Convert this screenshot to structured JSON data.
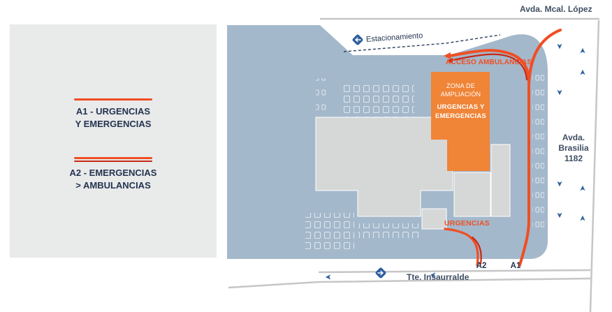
{
  "colors": {
    "route_orange": "#f04e23",
    "route_red": "#c62817",
    "map_blue": "#a4b8cb",
    "building_gray": "#d6d7d7",
    "building_orange": "#f08437",
    "text_navy": "#243450",
    "street_navy": "#3f4e63",
    "arrow_blue": "#2e5f9e",
    "road_gray": "#c6c6c6",
    "legend_bg": "#e9eaea"
  },
  "legend": {
    "items": [
      {
        "line1": "A1 - URGENCIAS",
        "line2": "Y EMERGENCIAS"
      },
      {
        "line1": "A2 - EMERGENCIAS",
        "line2": "> AMBULANCIAS"
      }
    ]
  },
  "streets": {
    "top": "Avda. Mcal. López",
    "right_line1": "Avda.",
    "right_line2": "Brasilia",
    "right_line3": "1182",
    "bottom": "Tte. Insaurralde"
  },
  "map_labels": {
    "parking": "Estacionamiento",
    "ambulance_access": "ACCESO AMBULANCIAS",
    "building_line1": "ZONA DE",
    "building_line2": "AMPLIACIÓN",
    "building_line3": "URGENCIAS Y",
    "building_line4": "EMERGENCIAS",
    "urgencias": "URGENCIAS",
    "entry_a2": "A2",
    "entry_a1": "A1"
  }
}
